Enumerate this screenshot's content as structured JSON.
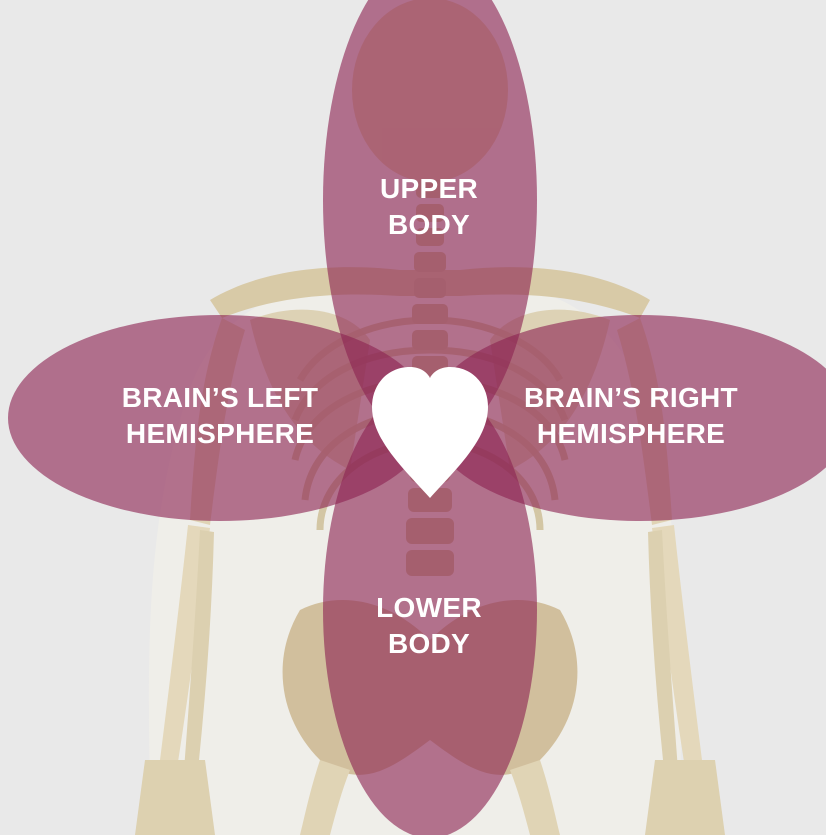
{
  "diagram": {
    "petals": [
      {
        "id": "upper",
        "line1": "UPPER",
        "line2": "BODY"
      },
      {
        "id": "left",
        "line1": "BRAIN’S LEFT",
        "line2": "HEMISPHERE"
      },
      {
        "id": "right",
        "line1": "BRAIN’S RIGHT",
        "line2": "HEMISPHERE"
      },
      {
        "id": "lower",
        "line1": "LOWER",
        "line2": "BODY"
      }
    ],
    "center_icon": "heart-icon",
    "background_image": "skeleton-back-view",
    "colors": {
      "background": "#e9e9e9",
      "petal": "#8c2452",
      "label_text": "#ffffff",
      "heart": "#ffffff",
      "bone": "#e8dfc6"
    }
  }
}
